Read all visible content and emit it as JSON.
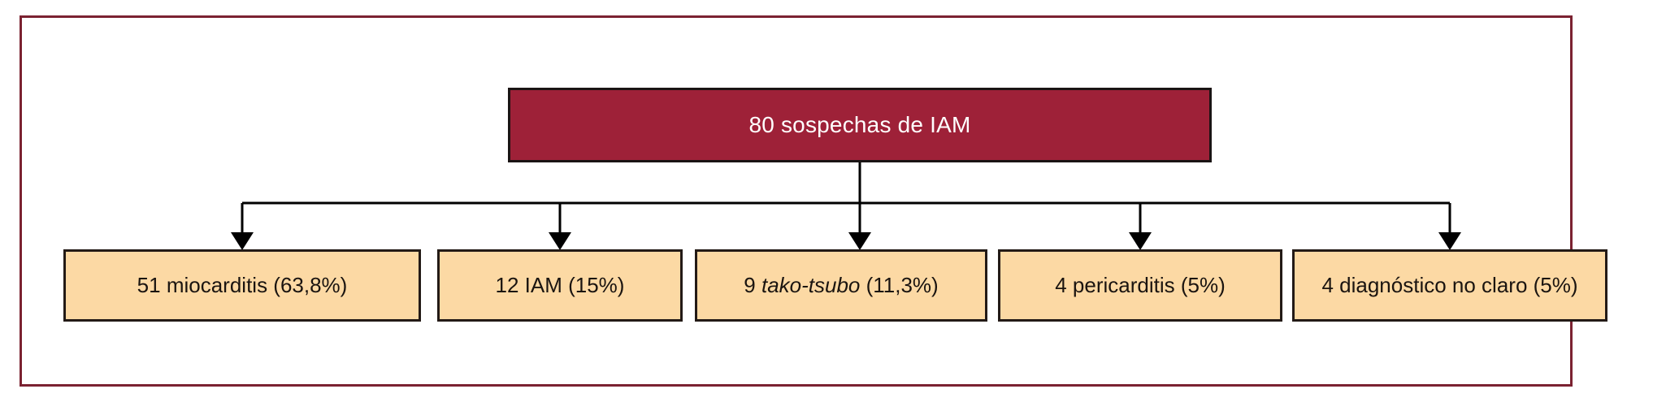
{
  "figure": {
    "kind": "flowchart",
    "language": "es",
    "frame_color": "#7b2231",
    "background": "#ffffff"
  },
  "root": {
    "label": "80 sospechas de IAM",
    "count": 80,
    "fill": "#9e2138",
    "stroke": "#1a1414",
    "text_color": "#ffffff"
  },
  "leaves": [
    {
      "label": "51 miocarditis (63,8%)",
      "pre": "51 miocarditis (63,8%)",
      "em": "",
      "post": "",
      "count": 51,
      "percent": "63,8%"
    },
    {
      "label": "12 IAM (15%)",
      "pre": "12 IAM (15%)",
      "em": "",
      "post": "",
      "count": 12,
      "percent": "15%"
    },
    {
      "label": "9 tako-tsubo (11,3%)",
      "pre": "9 ",
      "em": "tako-tsubo",
      "post": " (11,3%)",
      "count": 9,
      "percent": "11,3%"
    },
    {
      "label": "4 pericarditis (5%)",
      "pre": "4 pericarditis (5%)",
      "em": "",
      "post": "",
      "count": 4,
      "percent": "5%"
    },
    {
      "label": "4 diagnóstico no claro (5%)",
      "pre": "4 diagnóstico no claro (5%)",
      "em": "",
      "post": "",
      "count": 4,
      "percent": "5%"
    }
  ],
  "leaf_style": {
    "fill": "#fcd9a4",
    "stroke": "#231a16",
    "text_color": "#1a1410"
  },
  "connector_style": {
    "color": "#000000",
    "width": 3
  }
}
